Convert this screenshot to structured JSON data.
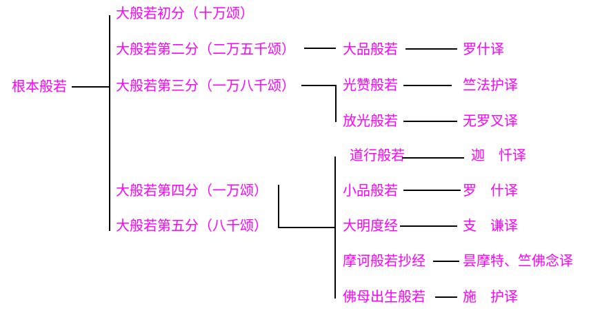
{
  "root": "根本般若",
  "divisions": [
    "大般若初分（十万颂）",
    "大般若第二分（二万五千颂）",
    "大般若第三分（一万八千颂）",
    "大般若第四分（一万颂）",
    "大般若第五分（八千颂）"
  ],
  "large_sutras": [
    {
      "title": "大品般若",
      "translator": "罗什译"
    },
    {
      "title": "光赞般若",
      "translator": "竺法护译"
    },
    {
      "title": "放光般若",
      "translator": "无罗叉译"
    }
  ],
  "small_sutras": [
    {
      "title": "道行般若",
      "translator": "迦　忏译"
    },
    {
      "title": "小品般若",
      "translator": "罗　什译"
    },
    {
      "title": "大明度经",
      "translator": "支　谦译"
    },
    {
      "title": "摩诃般若抄经",
      "translator": "昙摩特、竺佛念译"
    },
    {
      "title": "佛母出生般若",
      "translator": "施　护译"
    }
  ]
}
